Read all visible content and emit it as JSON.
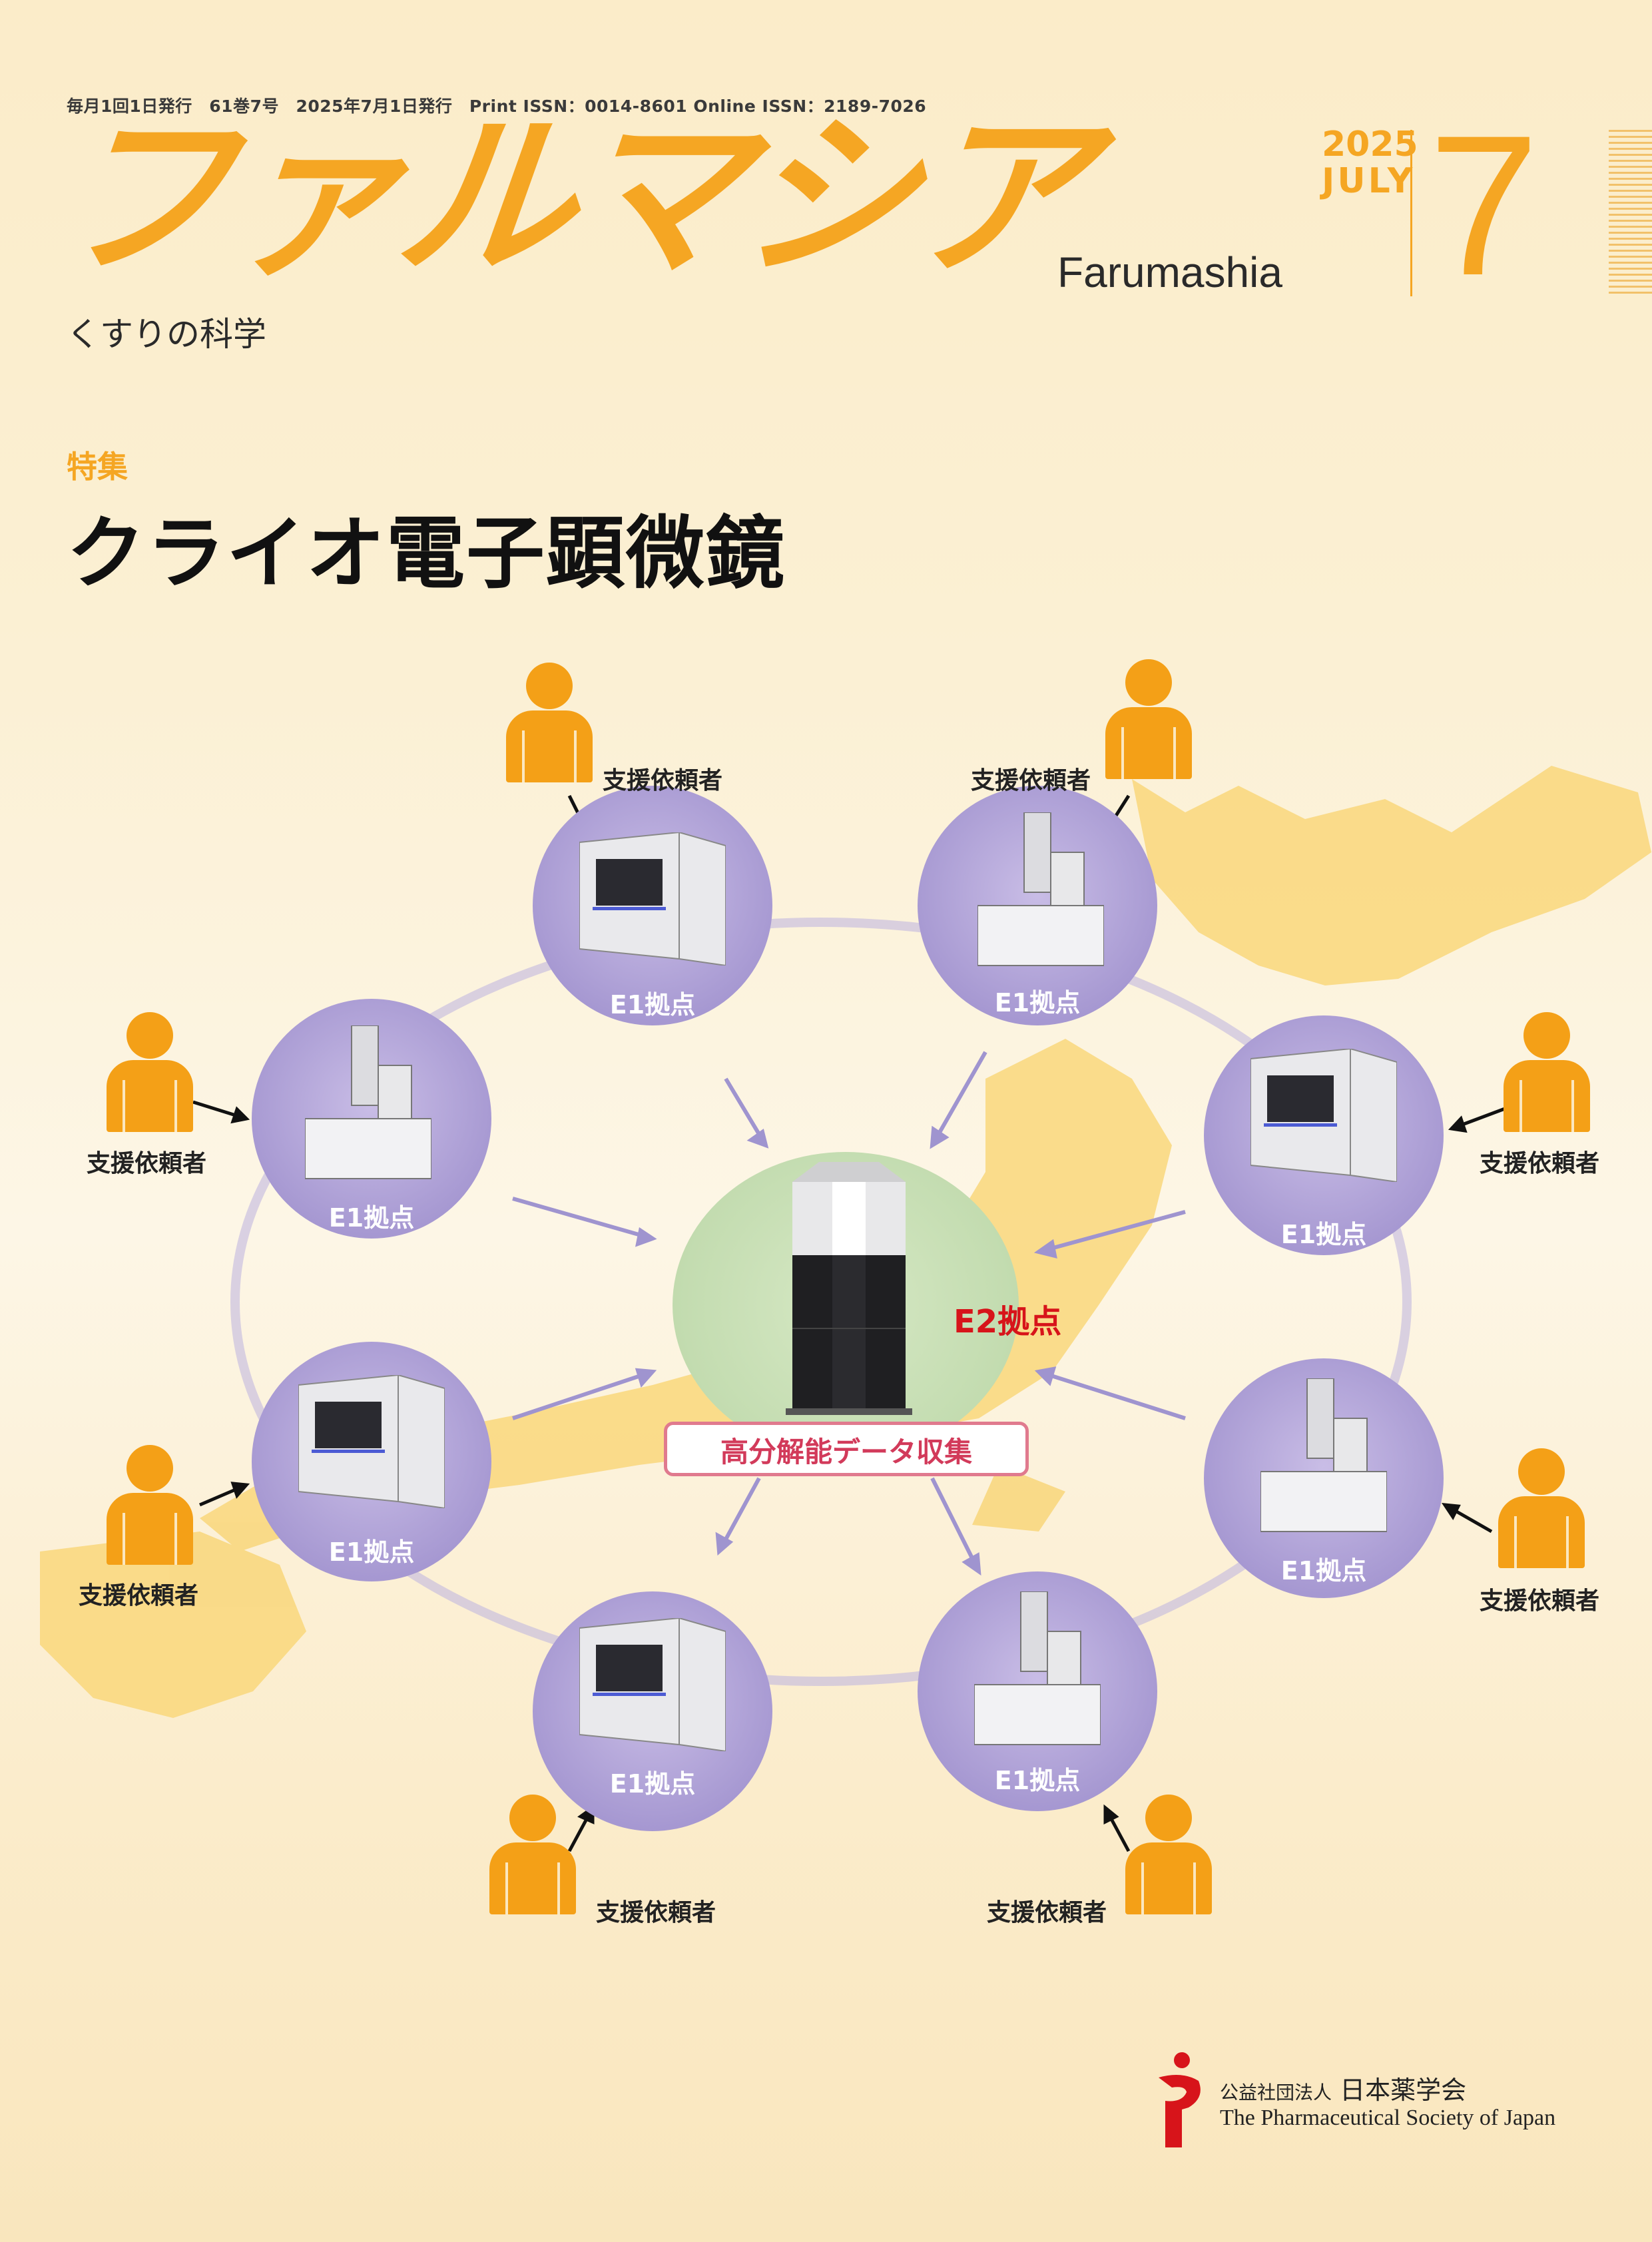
{
  "header": {
    "pub_info": "毎月1回1日発行　61巻7号　2025年7月1日発行　Print ISSN：0014-8601 Online ISSN：2189-7026",
    "logo_jp": "ファルマシア",
    "logo_en": "Farumashia",
    "subtitle": "くすりの科学",
    "year": "2025",
    "month_en": "JULY",
    "issue_number": "7"
  },
  "feature": {
    "label": "特集",
    "title": "クライオ電子顕微鏡"
  },
  "diagram": {
    "center_label": "E2拠点",
    "center_caption": "高分解能データ収集",
    "node_label": "E1拠点",
    "requester_label": "支援依頼者",
    "nodes": [
      "E1拠点",
      "E1拠点",
      "E1拠点",
      "E1拠点",
      "E1拠点",
      "E1拠点",
      "E1拠点",
      "E1拠点"
    ],
    "requesters": [
      "支援依頼者",
      "支援依頼者",
      "支援依頼者",
      "支援依頼者",
      "支援依頼者",
      "支援依頼者",
      "支援依頼者",
      "支援依頼者"
    ]
  },
  "footer": {
    "society_prefix": "公益社団法人",
    "society_jp": "日本薬学会",
    "society_en": "The Pharmaceutical Society of Japan"
  },
  "colors": {
    "accent": "#f5a623",
    "node": "#a799d2",
    "center": "#c3dcb0",
    "e2": "#d7141a"
  }
}
